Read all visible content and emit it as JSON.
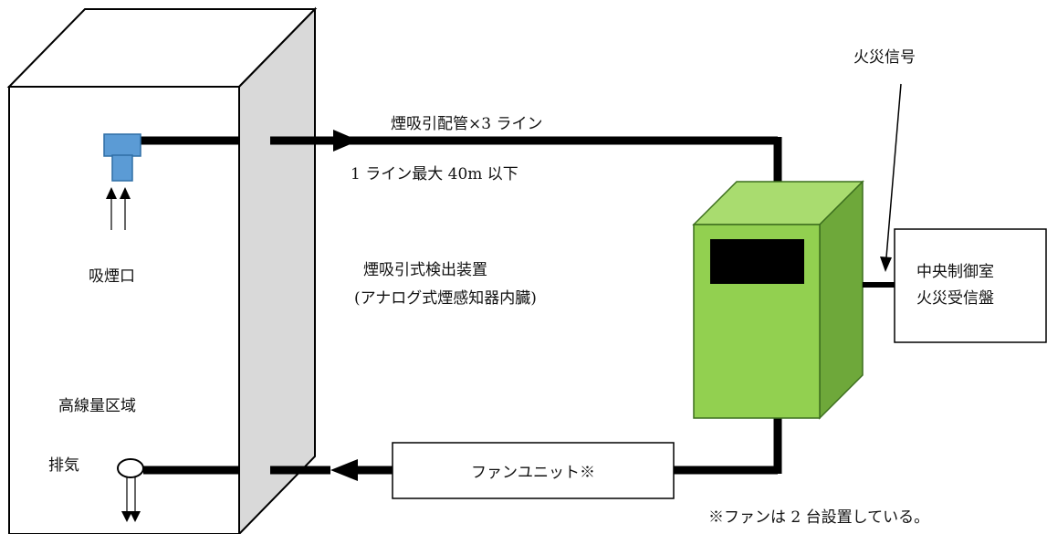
{
  "labels": {
    "pipe": "煙吸引配管×3 ライン",
    "line_limit": "1 ライン最大 40m 以下",
    "fire_signal": "火災信号",
    "detector_line1": "煙吸引式検出装置",
    "detector_line2": "(アナログ式煙感知器内臓)",
    "intake": "吸煙口",
    "high_dose_area": "高線量区域",
    "exhaust": "排気",
    "fan_unit": "ファンユニット※",
    "fan_note": "※ファンは 2 台設置している。",
    "control_room_line1": "中央制御室",
    "control_room_line2": "火災受信盤"
  },
  "colors": {
    "detector_front": "#92d050",
    "detector_top": "#a9dc6f",
    "detector_side": "#6ea83a",
    "intake_nozzle": "#5b9bd5",
    "pipe": "#000000",
    "wall_side": "#d9d9d9",
    "building_front": "#ffffff"
  }
}
